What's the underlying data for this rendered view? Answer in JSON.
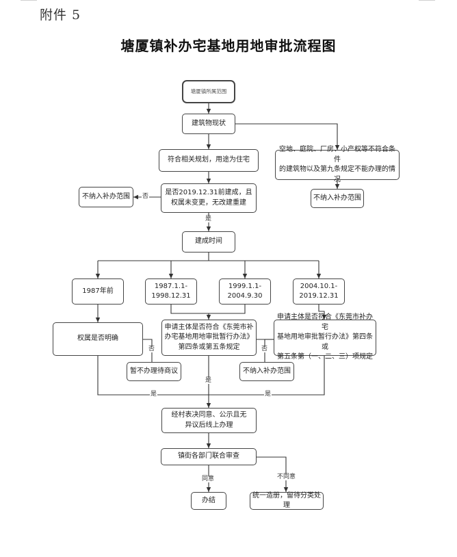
{
  "attachment_label": "附件 5",
  "title": "塘厦镇补办宅基地用地审批流程图",
  "nodes": {
    "start": "塘厦镇所属范围",
    "building_status": "建筑物现状",
    "meets_planning": "符合相关规划，用途为住宅",
    "excluded_types": "空地、庭院、厂房、小产权等不符合条件\n的建筑物以及第九条规定不能办理的情况",
    "built_before": "是否2019.12.31前建成，且\n权属未变更，无改建重建",
    "not_included_left": "不纳入补办范围",
    "not_included_right": "不纳入补办范围",
    "build_time": "建成时间",
    "period_1": "1987年前",
    "period_2": "1987.1.1-\n1998.12.31",
    "period_3": "1999.1.1-\n2004.9.30",
    "period_4": "2004.10.1-\n2019.12.31",
    "ownership_clear": "权属是否明确",
    "check_art_4_5": "申请主体是否符合《东莞市补\n办宅基地用地审批暂行办法》\n第四条或第五条规定",
    "check_art_4_5_items": "申请主体是否符合《东莞市补办宅\n基地用地审批暂行办法》第四条或\n第五条第（一、二、三）项规定",
    "suspend": "暂不办理待商议",
    "not_included_mid": "不纳入补办范围",
    "village_vote": "经村表决同意、公示且无\n异议后线上办理",
    "joint_review": "镇街各部门联合审查",
    "done": "办结",
    "register": "统一造册，留待分类处理"
  },
  "labels": {
    "no": "否",
    "yes": "是",
    "agree": "同意",
    "disagree": "不同意"
  }
}
